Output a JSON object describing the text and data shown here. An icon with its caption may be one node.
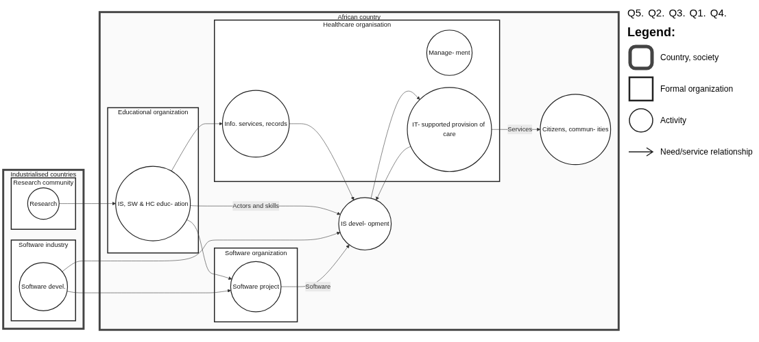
{
  "diagram": {
    "nodes": [
      {
        "text": [
          "Industrialised countries"
        ]
      },
      {
        "text": [
          "Research community"
        ],
        "in": 0
      },
      {
        "text": [
          "Research"
        ],
        "in": 1
      },
      {
        "text": [
          "Software industry"
        ],
        "in": 0
      },
      {
        "text": [
          "Software devel."
        ],
        "in": 3
      },
      {
        "text": [
          "African country"
        ]
      },
      {
        "text": [
          "Educational organization"
        ],
        "in": 5
      },
      {
        "text": [
          "IS, SW & HC educ- ation"
        ],
        "in": 6
      },
      {
        "text": [
          "Software organization"
        ],
        "in": 5
      },
      {
        "text": [
          "Software project"
        ],
        "in": 8
      },
      {
        "text": [
          "Healthcare organisation"
        ],
        "in": 5
      },
      {
        "text": [
          "Manage- ment"
        ],
        "in": 10
      },
      {
        "text": [
          "Info. services, records"
        ],
        "in": 10
      },
      {
        "text": [
          "IT- supported provision of care"
        ],
        "in": 10
      },
      {
        "text": [
          "IS devel- opment"
        ],
        "in": 5
      },
      {
        "text": [
          "Citizens, commun- ities"
        ],
        "in": 5
      }
    ],
    "edges": [
      {
        "from": 2,
        "to": 7,
        "arrow": "to"
      },
      {
        "from": 7,
        "to": 12,
        "arrow": "to"
      },
      {
        "from": 7,
        "to": 9,
        "arrow": "to"
      },
      {
        "from": 7,
        "to": 14,
        "arrow": "to",
        "label": "Actors and skills"
      },
      {
        "from": 12,
        "to": 14,
        "arrow": "to"
      },
      {
        "from": 13,
        "to": 14,
        "arrow": "to"
      },
      {
        "from": 4,
        "to": 9,
        "arrow": "to"
      },
      {
        "from": 4,
        "to": 14,
        "arrow": "to"
      },
      {
        "from": 9,
        "to": 14,
        "arrow": "to",
        "label": "Software"
      },
      {
        "from": 14,
        "to": 13,
        "arrow": "to"
      },
      {
        "from": 13,
        "to": 15,
        "arrow": "to",
        "label": "Services"
      }
    ],
    "labels": [
      "Q5.",
      "Q2.",
      "Q3.",
      "Q1.",
      "Q4.",
      "Legend:"
    ],
    "legend": [
      {
        "text": "Country, society"
      },
      {
        "text": "Formal organization"
      },
      {
        "text": "Activity"
      },
      {
        "text": "Need/service relationship"
      }
    ]
  }
}
